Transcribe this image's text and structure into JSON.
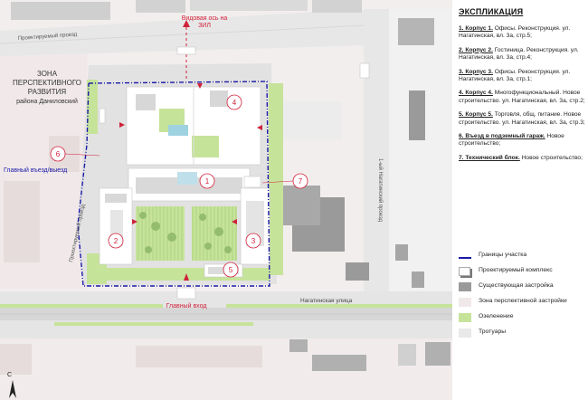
{
  "map": {
    "labels": {
      "top_axis_line1": "Видовая ось на",
      "top_axis_line2": "ЗИЛ",
      "street_top": "Проектируемый проезд",
      "street_left": "Проектируемый проезд",
      "zone_line1": "ЗОНА",
      "zone_line2": "ПЕРСПЕКТИВНОГО",
      "zone_line3": "РАЗВИТИЯ",
      "zone_line4": "района Даниловский",
      "main_entry_exit": "Главный въезд/выезд",
      "main_entrance": "Главный вход",
      "street_bottom": "Нагатинская улица",
      "street_right": "1-ый Нагатинский проезд",
      "north": "С"
    },
    "markers": [
      "1",
      "2",
      "3",
      "4",
      "5",
      "6",
      "7"
    ]
  },
  "legend": {
    "title": "ЭКСПЛИКАЦИЯ",
    "entries": [
      {
        "head": "1. Корпус 1.",
        "text": "Офисы. Реконструкция. ул. Нагатинская, вл. 3а, стр.5;"
      },
      {
        "head": "2. Корпус 2.",
        "text": "Гостиница. Реконструкция. ул. Нагатинская, вл. 3а, стр.4;"
      },
      {
        "head": "3. Корпус 3.",
        "text": "Офисы. Реконструкция. ул. Нагатинская, вл. 3а, стр.1;"
      },
      {
        "head": "4. Корпус 4.",
        "text": "Многофункциональный. Новое строительство. ул. Нагатинская, вл. 3а, стр.2;"
      },
      {
        "head": "5. Корпус 5.",
        "text": "Торговля, общ. питание. Новое строительство. ул. Нагатинская, вл. 3а, стр.3;"
      },
      {
        "head": "6. Въезд в подземный гараж.",
        "text": "Новое строительство;"
      },
      {
        "head": "7. Технический блок.",
        "text": "Новое строительство;"
      }
    ],
    "keys": [
      {
        "label": "Границы участка",
        "color": "#1a1aa8"
      },
      {
        "label": "Проектируемый комплекс",
        "color": "#ffffff"
      },
      {
        "label": "Существующая застройка",
        "color": "#9a9a9a"
      },
      {
        "label": "Зона перспективной застройки",
        "color": "#f1e9e9"
      },
      {
        "label": "Озеленение",
        "color": "#c6e39a"
      },
      {
        "label": "Тротуары",
        "color": "#e9e9e9"
      }
    ]
  },
  "colors": {
    "accent_red": "#d0203a",
    "boundary_blue": "#1a1aa8",
    "greenery": "#c6e39a",
    "existing": "#9a9a9a",
    "zone": "#f1e9e9"
  }
}
